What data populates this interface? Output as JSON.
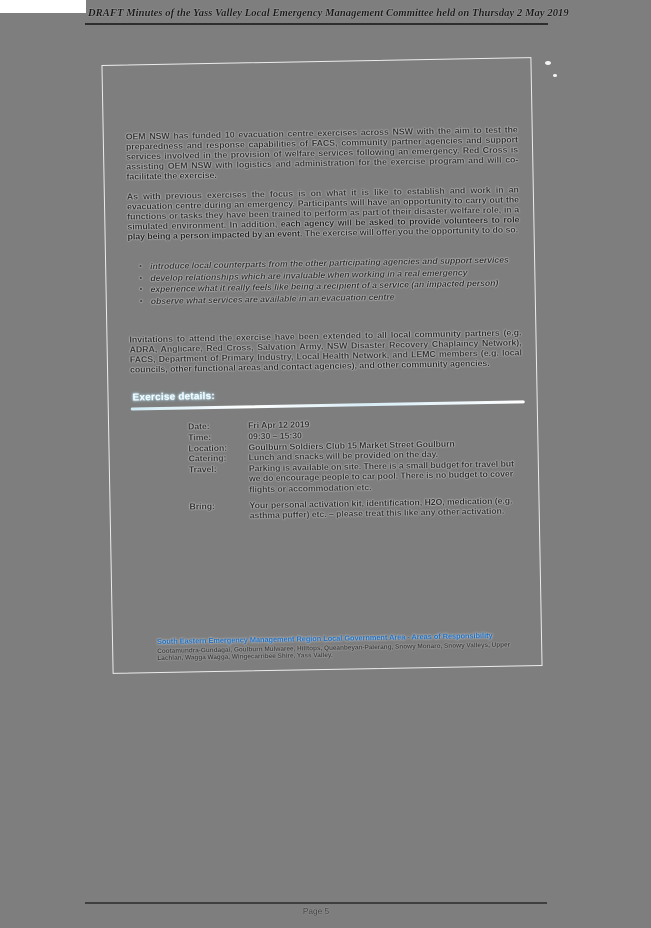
{
  "header": {
    "title": "DRAFT Minutes of the Yass Valley Local Emergency Management Committee held on Thursday 2 May 2019"
  },
  "document": {
    "paragraph1": "OEM NSW has funded 10 evacuation centre exercises across NSW with the aim to test the preparedness and response capabilities of FACS, community partner agencies and support services involved in the provision of welfare services following an emergency. Red Cross is assisting OEM NSW with logistics and administration for the exercise program and will co-facilitate the exercise.",
    "paragraph2_pre": "As with previous exercises the focus is on what it is like to establish and work in an evacuation centre during an emergency. Participants will have an opportunity to carry out the functions or tasks they have been trained to perform as part of their disaster welfare role, in a simulated environment. In addition, ",
    "paragraph2_bold": "each agency will be asked to provide volunteers to role play being a person impacted by an event.",
    "paragraph2_post": " The exercise will offer you the opportunity to do so.",
    "bullet_marker": "▪",
    "bullets": [
      "introduce local counterparts from the other participating agencies and support services",
      "develop relationships which are invaluable when working in a real emergency",
      "experience what it really feels like being a recipient of a service (an impacted person)",
      "observe what services are available in an evacuation centre"
    ],
    "paragraph3": "Invitations to attend the exercise have been extended to all local community partners (e.g. ADRA, Anglicare, Red Cross, Salvation Army, NSW Disaster Recovery Chaplaincy Network), FACS, Department of Primary Industry, Local Health Network, and LEMC members (e.g. local councils, other functional areas and contact agencies), and other community agencies.",
    "exercise_details": {
      "heading": "Exercise details:",
      "rows": [
        {
          "label": "Date:",
          "value": "Fri Apr 12 2019"
        },
        {
          "label": "Time:",
          "value": "09:30 – 15:30"
        },
        {
          "label": "Location:",
          "value": "Goulburn Soldiers Club 15 Market Street Goulburn"
        },
        {
          "label": "Catering:",
          "value": "Lunch and snacks will be provided on the day."
        },
        {
          "label": "Travel:",
          "value": "Parking is available on site. There is a small budget for travel but we do encourage people to car pool. There is no budget to cover flights or accommodation etc."
        },
        {
          "label": "Bring:",
          "value": "Your personal activation kit, identification, H2O, medication (e.g. asthma puffer) etc. – please treat this like any other activation."
        }
      ]
    },
    "region_note": {
      "heading": "South Eastern Emergency Management Region Local Government Area - Areas of Responsibility",
      "body": "Cootamundra-Gundagai, Goulburn Mulwaree, Hilltops, Queanbeyan-Palerang, Snowy Monaro, Snowy Valleys, Upper Lachlan, Wagga Wagga, Wingecarribee Shire, Yass Valley."
    }
  },
  "footer": {
    "page_number": "Page 5"
  }
}
